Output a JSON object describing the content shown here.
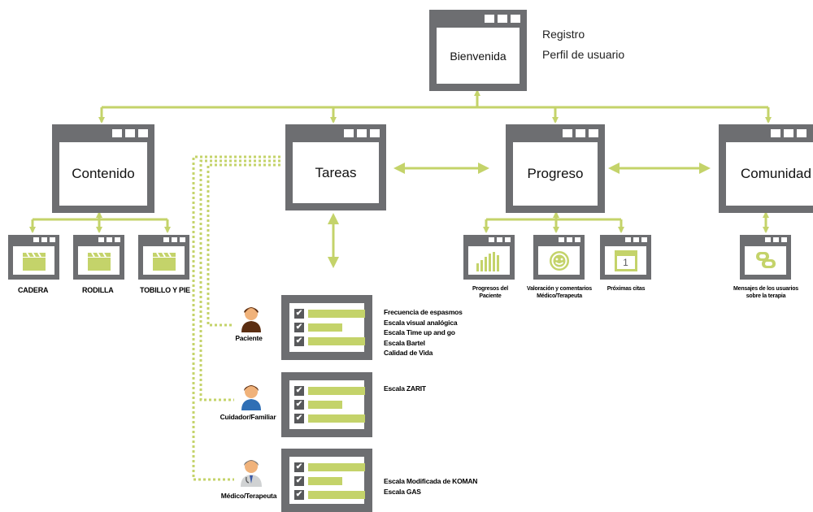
{
  "colors": {
    "frame": "#6d6e71",
    "accent": "#c4d36a",
    "icon_fill": "#c4d36a"
  },
  "nodes": {
    "bienvenida": "Bienvenida",
    "contenido": "Contenido",
    "tareas": "Tareas",
    "progreso": "Progreso",
    "comunidad": "Comunidad"
  },
  "bienvenida_side": [
    "Registro",
    "Perfil de usuario"
  ],
  "contenido_items": [
    {
      "label": "CADERA",
      "icon": "clapperboard-icon"
    },
    {
      "label": "RODILLA",
      "icon": "clapperboard-icon"
    },
    {
      "label": "TOBILLO Y PIE",
      "icon": "clapperboard-icon"
    }
  ],
  "progreso_items": [
    {
      "label_lines": [
        "Progresos del",
        "Paciente"
      ],
      "icon": "bar-chart-icon"
    },
    {
      "label_lines": [
        "Valoración y comentarios",
        "Médico/Terapeuta"
      ],
      "icon": "smiley-icon"
    },
    {
      "label_lines": [
        "Próximas citas"
      ],
      "icon": "calendar-icon",
      "calendar_day": "1"
    }
  ],
  "comunidad_items": [
    {
      "label_lines": [
        "Mensajes de los usuarios",
        "sobre la terapia"
      ],
      "icon": "chat-bubbles-icon"
    }
  ],
  "roles": [
    {
      "name": "Paciente",
      "items": [
        "Frecuencia de espasmos",
        "Escala visual analógica",
        "Escala Time up and go",
        "Escala Bartel",
        "Calidad de Vida"
      ]
    },
    {
      "name": "Cuidador/Familiar",
      "items": [
        "Escala ZARIT"
      ]
    },
    {
      "name": "Médico/Terapeuta",
      "items": [
        "Escala Modificada de KOMAN",
        "Escala GAS"
      ]
    }
  ]
}
